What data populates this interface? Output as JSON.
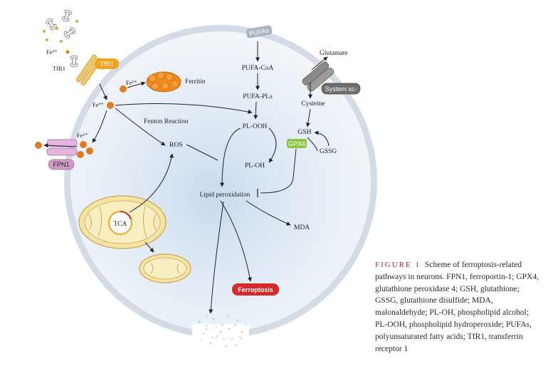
{
  "labels": {
    "pufas": "PUFAs",
    "pufa_coa": "PUFA-CoA",
    "pufa_pls": "PUFA-PLs",
    "pl_ooh": "PL-OOH",
    "pl_oh": "PL-OH",
    "lipid_peroxidation": "Lipid peroxidation",
    "mda": "MDA",
    "ferroptosis": "Ferroptosis",
    "ros": "ROS",
    "fenton": "Fenton Reaction",
    "ferritin": "Ferritin",
    "fe3_top": "Fe³⁺",
    "fe3_mid": "Fe³⁺",
    "fe3_outside": "Fe³⁺",
    "fe2": "Fe²⁺",
    "tfr1_badge": "TfR1",
    "tfr1": "TfR1",
    "fpn1": "FPN1",
    "tca": "TCA",
    "glutamate": "Glutamate",
    "system_xc": "System xc-",
    "cysteine": "Cysteine",
    "gsh": "GSH",
    "gssg": "GSSG",
    "gpx4": "GPX4"
  },
  "caption": {
    "figure": "FIGURE 1",
    "text": "Scheme of ferroptosis-related pathways in neurons. FPN1, ferroportin-1; GPX4, glutathione peroxidase 4; GSH, glutathione; GSSG, glutathione disulfide; MDA, malonaldehyde; PL-OH, phospholipid alcohol; PL-OOH, phospholipid hydroperoxide; PUFAs, polyunsaturated fatty acids; TfR1, transferrin receptor 1"
  },
  "colors": {
    "membrane": "#c9d4e0",
    "cytoplasm": "#dde8f5",
    "orange": "#e07a1f",
    "tfr1_badge": "#f2a31b",
    "fpn1": "#cf9ac6",
    "gpx4": "#8cc63f",
    "ferroptosis": "#d32a2a",
    "system_xc": "#8a8a8a",
    "mito_fill": "#f5e3a6",
    "mito_edge": "#c7a54a"
  }
}
